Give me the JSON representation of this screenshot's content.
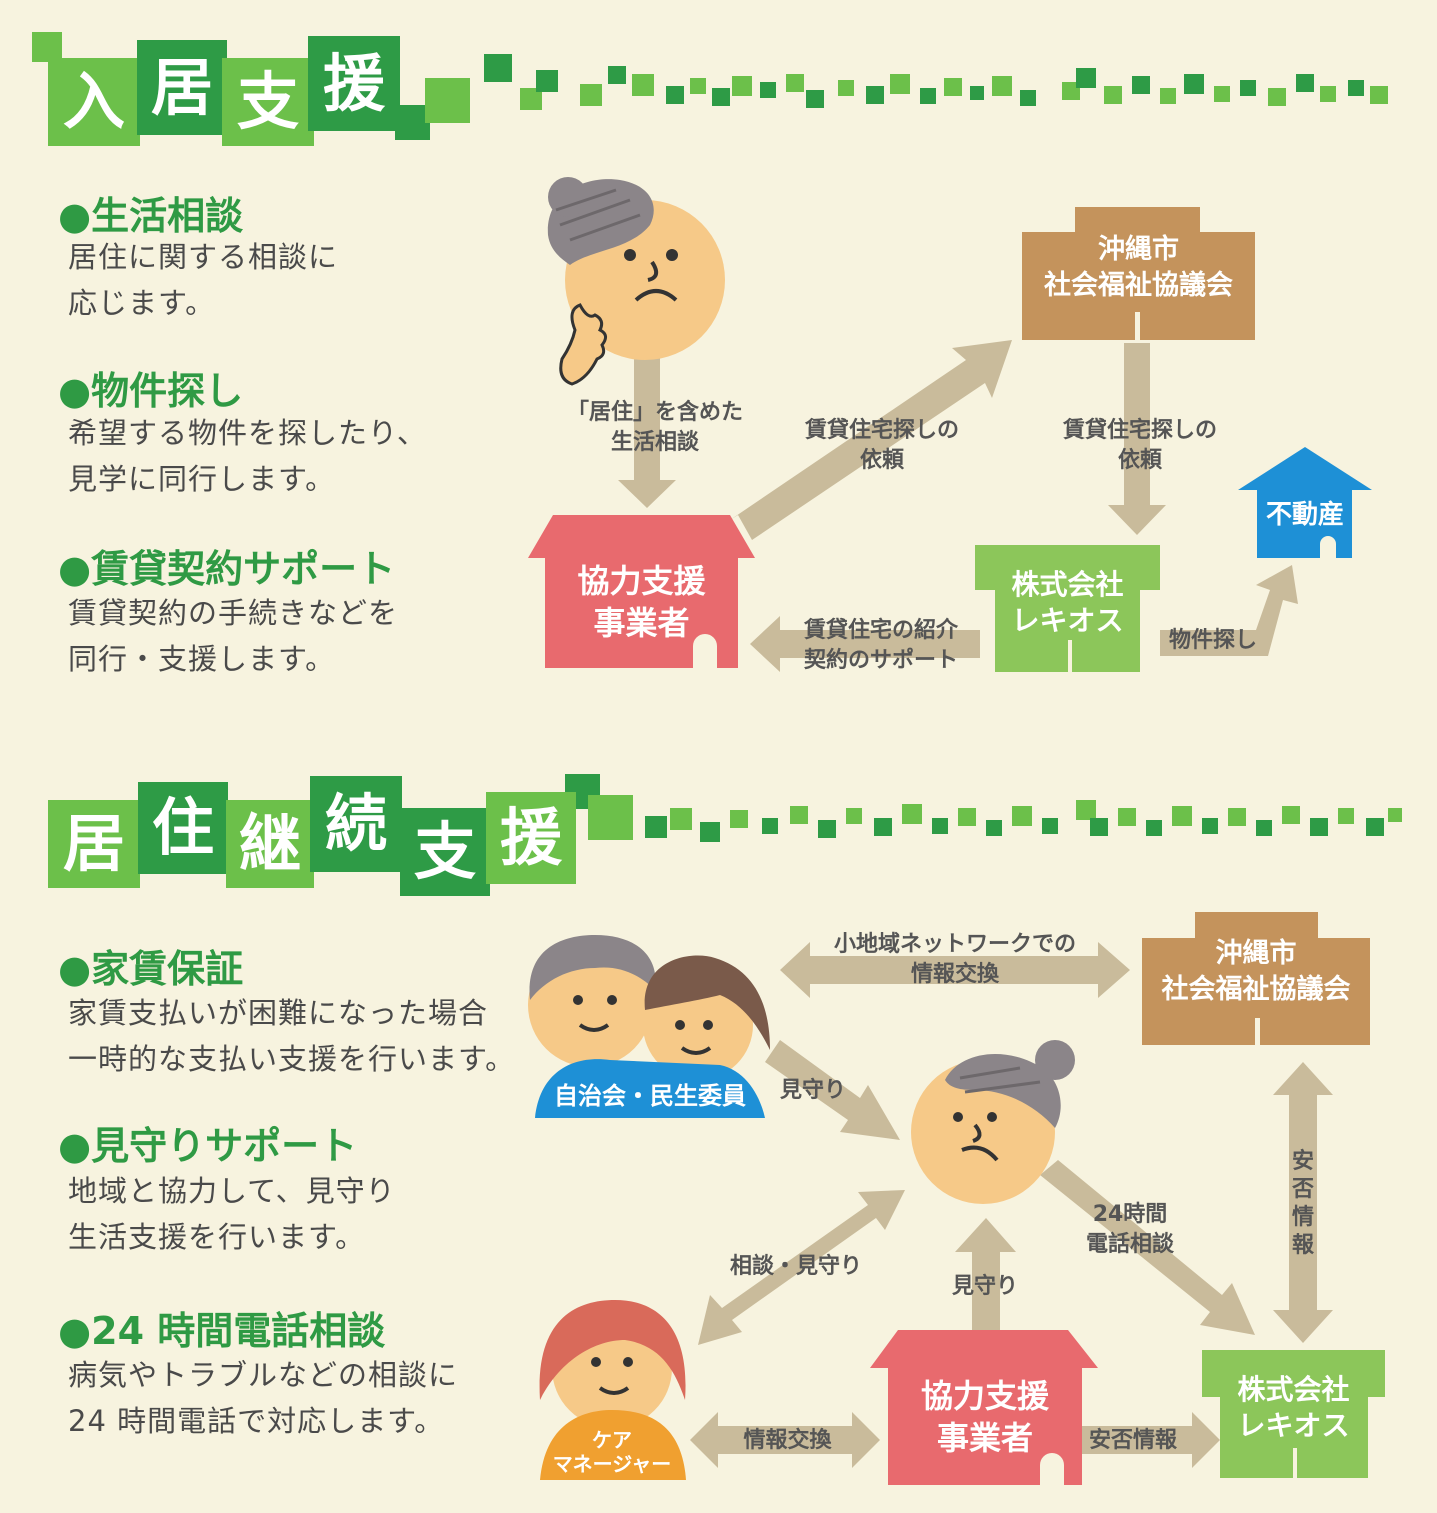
{
  "colors": {
    "background": "#f7f3df",
    "green_dark": "#2e9b46",
    "green_light": "#6cc04a",
    "heading_green": "#2f9a44",
    "pink": "#e86a6e",
    "brown": "#c4935c",
    "green_building": "#8cc65a",
    "blue": "#1e90d6",
    "arrow": "#c9bb9b",
    "face": "#f6c988",
    "hair_gray": "#8b8589",
    "orange": "#f0a030"
  },
  "section1": {
    "title_chars": [
      "入",
      "居",
      "支",
      "援"
    ],
    "items": [
      {
        "heading": "●生活相談",
        "text": "居住に関する相談に\n応じます。"
      },
      {
        "heading": "●物件探し",
        "text": "希望する物件を探したり、\n見学に同行します。"
      },
      {
        "heading": "●賃貸契約サポート",
        "text": "賃貸契約の手続きなどを\n同行・支援します。"
      }
    ],
    "diagram": {
      "council": "沖縄市\n社会福祉協議会",
      "support_provider": "協力支援\n事業者",
      "lequios": "株式会社\nレキオス",
      "realestate": "不動産",
      "arrow_consult": "「居住」を含めた\n生活相談",
      "arrow_request1": "賃貸住宅探しの\n依頼",
      "arrow_request2": "賃貸住宅探しの\n依頼",
      "arrow_intro": "賃貸住宅の紹介\n契約のサポート",
      "arrow_search": "物件探し"
    }
  },
  "section2": {
    "title_chars": [
      "居",
      "住",
      "継",
      "続",
      "支",
      "援"
    ],
    "items": [
      {
        "heading": "●家賃保証",
        "text": "家賃支払いが困難になった場合\n一時的な支払い支援を行います。"
      },
      {
        "heading": "●見守りサポート",
        "text": "地域と協力して、見守り\n生活支援を行います。"
      },
      {
        "heading": "●24 時間電話相談",
        "text": "病気やトラブルなどの相談に\n24 時間電話で対応します。"
      }
    ],
    "diagram": {
      "council": "沖縄市\n社会福祉協議会",
      "residents": "自治会・民生委員",
      "care_manager": "ケア\nマネージャー",
      "support_provider": "協力支援\n事業者",
      "lequios": "株式会社\nレキオス",
      "arrow_network": "小地域ネットワークでの\n情報交換",
      "arrow_watch1": "見守り",
      "arrow_consult_watch": "相談・見守り",
      "arrow_watch2": "見守り",
      "arrow_24h": "24時間\n電話相談",
      "arrow_safety_v": "安\n否\n情\n報",
      "arrow_info": "情報交換",
      "arrow_safety_h": "安否情報"
    }
  }
}
